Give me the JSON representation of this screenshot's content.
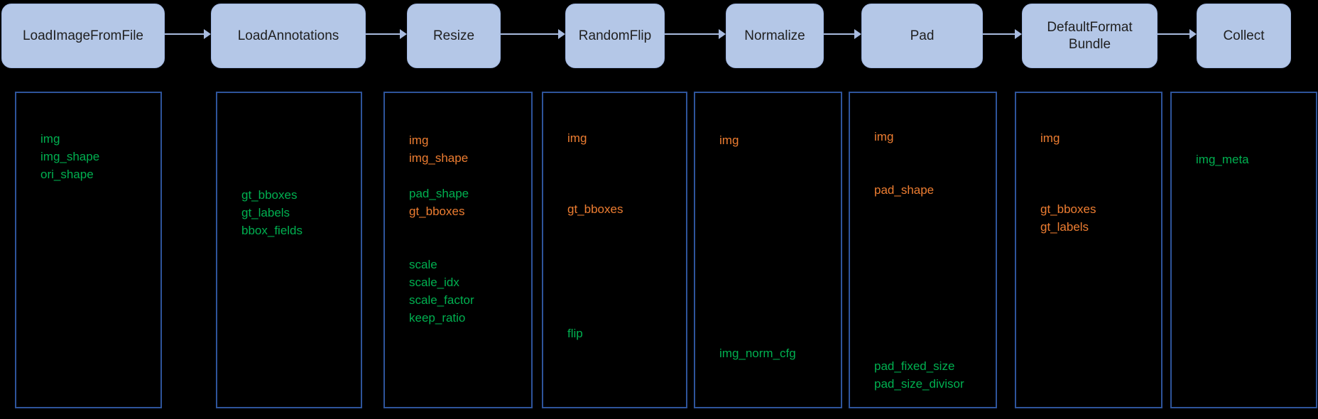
{
  "colors": {
    "green": "#00b050",
    "orange": "#ed7d31",
    "node_fill": "#b4c7e7",
    "node_border": "#9db4e0",
    "node_text": "#1f1f1f",
    "arrow": "#a8bbdf",
    "box_border": "#2e549b",
    "background": "#000000"
  },
  "stages": [
    {
      "label": "LoadImageFromFile"
    },
    {
      "label": "LoadAnnotations"
    },
    {
      "label": "Resize"
    },
    {
      "label": "RandomFlip"
    },
    {
      "label": "Normalize"
    },
    {
      "label": "Pad"
    },
    {
      "label": "DefaultFormat Bundle"
    },
    {
      "label": "Collect"
    }
  ],
  "boxes": [
    {
      "stage": "LoadImageFromFile",
      "blocks": [
        {
          "lines": [
            {
              "text": "img",
              "color": "green"
            },
            {
              "text": "img_shape",
              "color": "green"
            },
            {
              "text": "ori_shape",
              "color": "green"
            }
          ]
        }
      ]
    },
    {
      "stage": "LoadAnnotations",
      "blocks": [
        {
          "lines": [
            {
              "text": "gt_bboxes",
              "color": "green"
            },
            {
              "text": "gt_labels",
              "color": "green"
            },
            {
              "text": "bbox_fields",
              "color": "green"
            }
          ]
        }
      ]
    },
    {
      "stage": "Resize",
      "blocks": [
        {
          "lines": [
            {
              "text": "img",
              "color": "orange"
            },
            {
              "text": "img_shape",
              "color": "orange"
            }
          ]
        },
        {
          "lines": [
            {
              "text": "pad_shape",
              "color": "green"
            },
            {
              "text": "gt_bboxes",
              "color": "orange"
            }
          ]
        },
        {
          "lines": [
            {
              "text": "scale",
              "color": "green"
            },
            {
              "text": "scale_idx",
              "color": "green"
            },
            {
              "text": "scale_factor",
              "color": "green"
            },
            {
              "text": "keep_ratio",
              "color": "green"
            }
          ]
        }
      ]
    },
    {
      "stage": "RandomFlip",
      "blocks": [
        {
          "lines": [
            {
              "text": "img",
              "color": "orange"
            }
          ]
        },
        {
          "lines": [
            {
              "text": "gt_bboxes",
              "color": "orange"
            }
          ]
        },
        {
          "lines": [
            {
              "text": "flip",
              "color": "green"
            }
          ]
        }
      ]
    },
    {
      "stage": "Normalize",
      "blocks": [
        {
          "lines": [
            {
              "text": "img",
              "color": "orange"
            }
          ]
        },
        {
          "lines": [
            {
              "text": "img_norm_cfg",
              "color": "green"
            }
          ]
        }
      ]
    },
    {
      "stage": "Pad",
      "blocks": [
        {
          "lines": [
            {
              "text": "img",
              "color": "orange"
            }
          ]
        },
        {
          "lines": [
            {
              "text": "pad_shape",
              "color": "orange"
            }
          ]
        },
        {
          "lines": [
            {
              "text": "pad_fixed_size",
              "color": "green"
            },
            {
              "text": "pad_size_divisor",
              "color": "green"
            }
          ]
        }
      ]
    },
    {
      "stage": "DefaultFormatBundle",
      "blocks": [
        {
          "lines": [
            {
              "text": "img",
              "color": "orange"
            }
          ]
        },
        {
          "lines": [
            {
              "text": "gt_bboxes",
              "color": "orange"
            },
            {
              "text": "gt_labels",
              "color": "orange"
            }
          ]
        }
      ]
    },
    {
      "stage": "Collect",
      "blocks": [
        {
          "lines": [
            {
              "text": "img_meta",
              "color": "green"
            }
          ]
        }
      ]
    }
  ]
}
